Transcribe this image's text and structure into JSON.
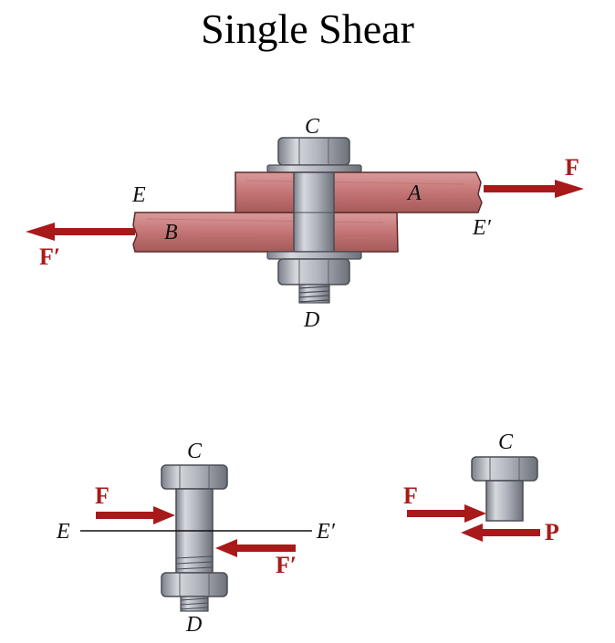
{
  "title": "Single Shear",
  "colors": {
    "force_arrow": "#a81a1a",
    "plate": "#c97c7c",
    "plate_dark": "#9b4c4c",
    "steel": "#b9bcc4",
    "steel_dark": "#6f737c"
  },
  "assembly": {
    "labels": {
      "bolt_top": "C",
      "bolt_bottom": "D",
      "plate_upper": "A",
      "plate_lower": "B",
      "section_left": "E",
      "section_right": "E′"
    },
    "forces": {
      "right": "F",
      "left": "F′"
    }
  },
  "bolt_fbd": {
    "labels": {
      "top": "C",
      "bottom": "D",
      "section_left": "E",
      "section_right": "E′"
    },
    "forces": {
      "upper": "F",
      "lower": "F′"
    }
  },
  "section_fbd": {
    "labels": {
      "top": "C"
    },
    "forces": {
      "applied": "F",
      "shear": "P"
    }
  }
}
